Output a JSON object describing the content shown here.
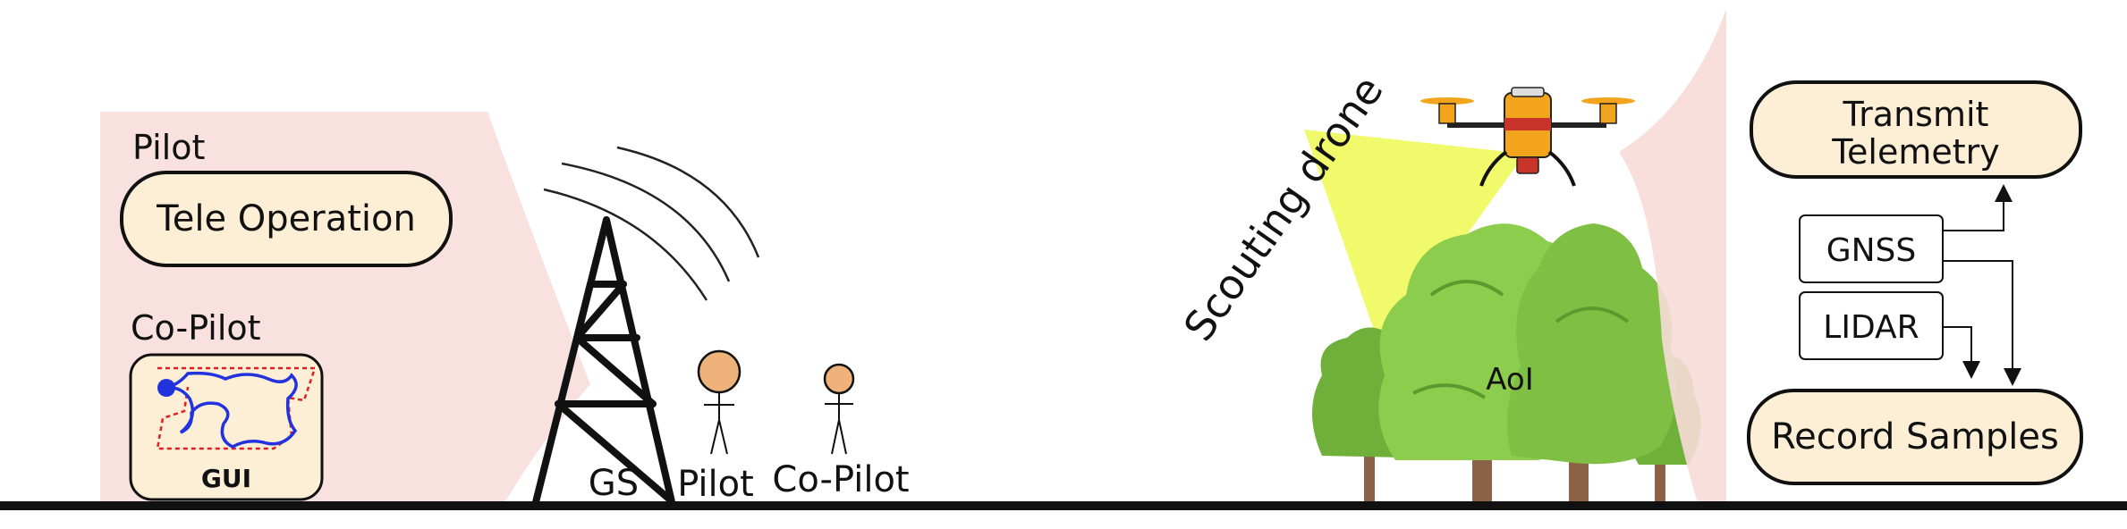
{
  "colors": {
    "panel_tint": "#f7dcd8",
    "pill_fill": "#fcefd6",
    "pill_stroke": "#111111",
    "tower": "#111111",
    "person_head": "#efb27a",
    "scan_cone": "#eef95a",
    "tree_light": "#8ccd4e",
    "tree_dark": "#6fb03b",
    "trunk": "#8b6245",
    "drone_body": "#f2a51c",
    "drone_band": "#c9342a",
    "path_blue": "#2233dd",
    "path_red": "#e02020"
  },
  "left_panel": {
    "pilot_heading": "Pilot",
    "tele_operation": "Tele Operation",
    "copilot_heading": "Co-Pilot",
    "gui_label": "GUI"
  },
  "ground_station": {
    "gs_label": "GS",
    "pilot_label": "Pilot",
    "copilot_label": "Co-Pilot"
  },
  "field": {
    "drone_label": "Scouting drone",
    "aoi_label": "AoI"
  },
  "right_panel": {
    "transmit_line1": "Transmit",
    "transmit_line2": "Telemetry",
    "gnss": "GNSS",
    "lidar": "LIDAR",
    "record": "Record Samples"
  }
}
